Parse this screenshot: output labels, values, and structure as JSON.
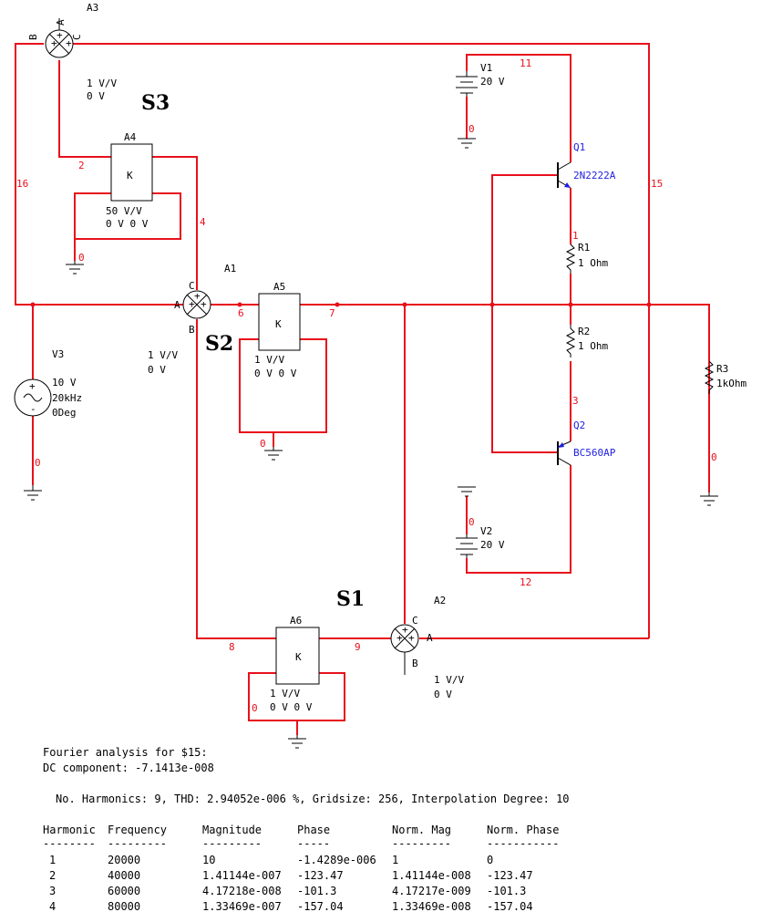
{
  "sections": {
    "s1": "S1",
    "s2": "S2",
    "s3": "S3"
  },
  "blocks": {
    "a1": {
      "ref": "A1",
      "gain": "1 V/V",
      "offset": "0 V"
    },
    "a2": {
      "ref": "A2",
      "gain": "1 V/V",
      "offset": "0 V"
    },
    "a3": {
      "ref": "A3",
      "gain": "1 V/V",
      "offset": "0 V"
    },
    "a4": {
      "ref": "A4",
      "gain": "50 V/V",
      "offset": "0 V 0 V",
      "k": "K"
    },
    "a5": {
      "ref": "A5",
      "gain": "1 V/V",
      "offset": "0 V 0 V",
      "k": "K"
    },
    "a6": {
      "ref": "A6",
      "gain": "1 V/V",
      "offset": "0 V 0 V",
      "k": "K"
    }
  },
  "pins": {
    "a": "A",
    "b": "B",
    "c": "C"
  },
  "sources": {
    "v1": {
      "ref": "V1",
      "value": "20 V"
    },
    "v2": {
      "ref": "V2",
      "value": "20 V"
    },
    "v3": {
      "ref": "V3",
      "value": "10 V",
      "freq": "20kHz",
      "phase": "0Deg"
    }
  },
  "transistors": {
    "q1": {
      "ref": "Q1",
      "model": "2N2222A"
    },
    "q2": {
      "ref": "Q2",
      "model": "BC560AP"
    }
  },
  "resistors": {
    "r1": {
      "ref": "R1",
      "value": "1 Ohm"
    },
    "r2": {
      "ref": "R2",
      "value": "1 Ohm"
    },
    "r3": {
      "ref": "R3",
      "value": "1kOhm"
    }
  },
  "nodes": {
    "n0": "0",
    "n1": "1",
    "n2": "2",
    "n3": "3",
    "n4": "4",
    "n6": "6",
    "n7": "7",
    "n8": "8",
    "n9": "9",
    "n11": "11",
    "n12": "12",
    "n15": "15",
    "n16": "16"
  },
  "fourier": {
    "title": "Fourier analysis for $15:",
    "dc": "DC component: -7.1413e-008",
    "summary": "No. Harmonics: 9, THD: 2.94052e-006 %, Gridsize: 256, Interpolation Degree: 10",
    "headers": [
      "Harmonic",
      "Frequency",
      "Magnitude",
      "Phase",
      "Norm. Mag",
      "Norm. Phase"
    ],
    "separators": [
      "--------",
      "---------",
      "---------",
      "-----",
      "---------",
      "-----------"
    ],
    "rows": [
      [
        "1",
        "20000",
        "10",
        "-1.4289e-006",
        "1",
        "0"
      ],
      [
        "2",
        "40000",
        "1.41144e-007",
        "-123.47",
        "1.41144e-008",
        "-123.47"
      ],
      [
        "3",
        "60000",
        "4.17218e-008",
        "-101.3",
        "4.17217e-009",
        "-101.3"
      ],
      [
        "4",
        "80000",
        "1.33469e-007",
        "-157.04",
        "1.33469e-008",
        "-157.04"
      ]
    ]
  }
}
